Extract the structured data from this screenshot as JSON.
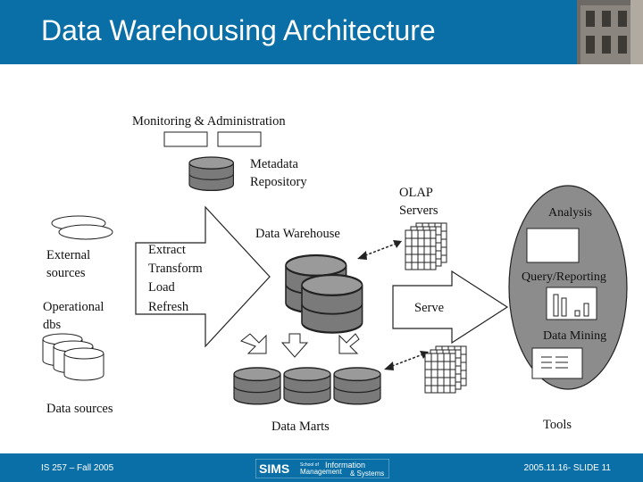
{
  "slide": {
    "title": "Data Warehousing Architecture",
    "footer_left": "IS 257 – Fall 2005",
    "footer_right": "2005.11.16- SLIDE 11",
    "logo": {
      "main": "SIMS",
      "small_line1": "School of",
      "small_line2": "Management",
      "word1": "Information",
      "word2": "& Systems"
    }
  },
  "diagram": {
    "monitoring": "Monitoring & Administration",
    "metadata_line1": "Metadata",
    "metadata_line2": "Repository",
    "olap_line1": "OLAP",
    "olap_line2": "Servers",
    "data_warehouse": "Data Warehouse",
    "external_line1": "External",
    "external_line2": "sources",
    "operational_line1": "Operational",
    "operational_line2": "dbs",
    "data_sources": "Data sources",
    "etl": [
      "Extract",
      "Transform",
      "Load",
      "Refresh"
    ],
    "serve": "Serve",
    "data_marts": "Data Marts",
    "analysis": "Analysis",
    "query_reporting": "Query/Reporting",
    "data_mining": "Data Mining",
    "tools": "Tools"
  },
  "colors": {
    "header": "#0a6fa6",
    "cylinder": "#7a7a7a",
    "tools_ellipse": "#8c8c8c"
  }
}
